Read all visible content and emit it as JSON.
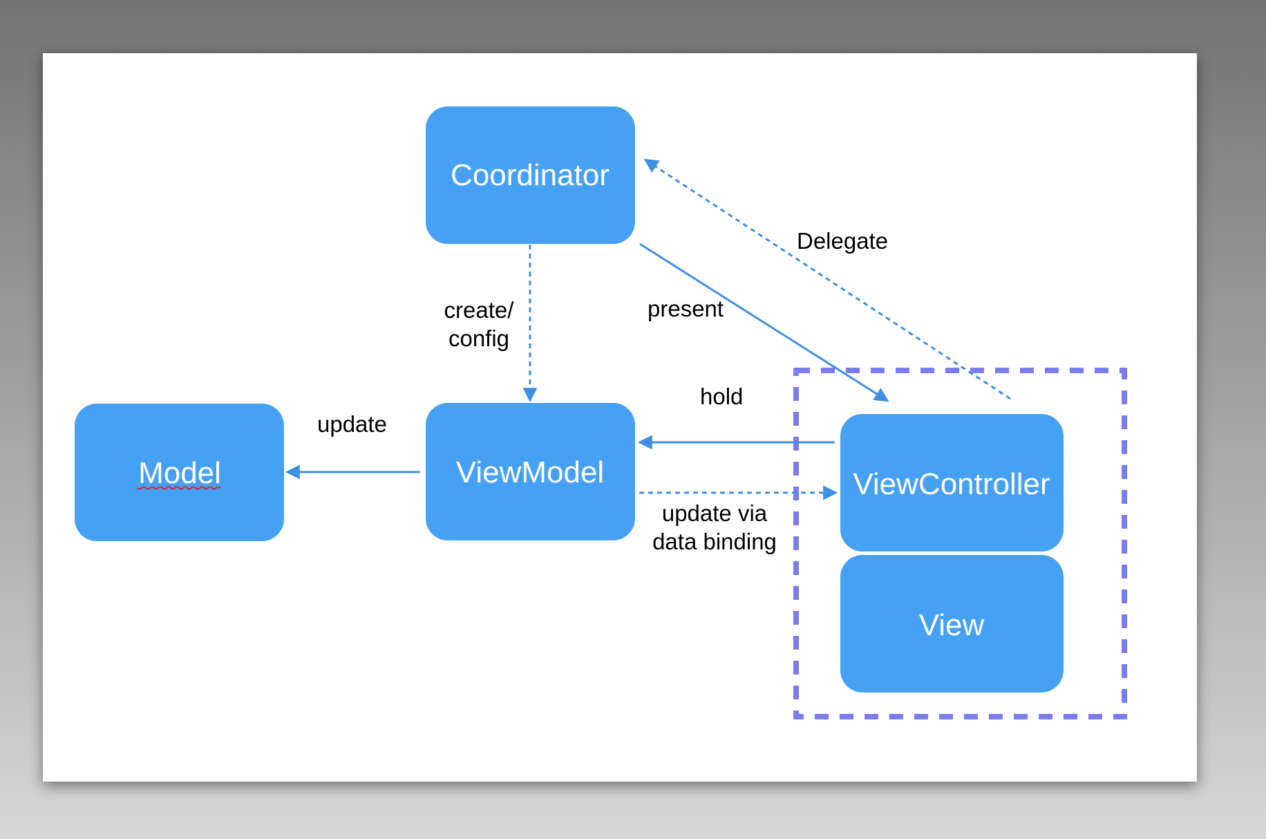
{
  "colors": {
    "node_fill": "#46a1f5",
    "arrow": "#3f8fe6",
    "group_border": "#7b7cf0"
  },
  "nodes": {
    "coordinator": "Coordinator",
    "model": "Model",
    "viewmodel": "ViewModel",
    "viewcontroller": "ViewController",
    "view": "View"
  },
  "edges": {
    "create_config_line1": "create/",
    "create_config_line2": "config",
    "present": "present",
    "delegate": "Delegate",
    "hold": "hold",
    "update": "update",
    "update_binding_line1": "update via",
    "update_binding_line2": "data binding"
  }
}
